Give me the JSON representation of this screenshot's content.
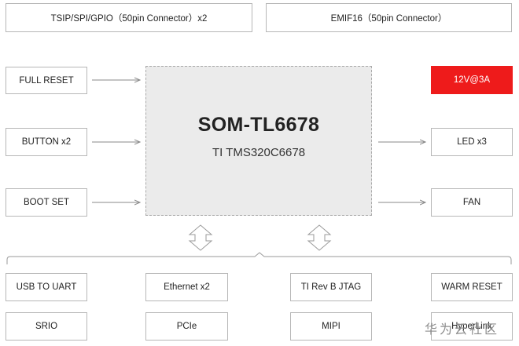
{
  "top": {
    "left_connector": "TSIP/SPI/GPIO（50pin Connector）x2",
    "right_connector": "EMIF16（50pin Connector）"
  },
  "module": {
    "name": "SOM-TL6678",
    "chip": "TI TMS320C6678"
  },
  "left_inputs": [
    "FULL RESET",
    "BUTTON x2",
    "BOOT SET"
  ],
  "right_outputs": [
    "12V@3A",
    "LED x3",
    "FAN"
  ],
  "bottom_row1": [
    "USB TO UART",
    "Ethernet x2",
    "TI Rev B JTAG",
    "WARM RESET"
  ],
  "bottom_row2": [
    "SRIO",
    "PCIe",
    "MIPI",
    "HyperLink"
  ],
  "watermark": "华为云社区",
  "colors": {
    "power_box": "#ee1b1b",
    "soc_fill": "#ebebeb",
    "border": "#b7b7b7"
  }
}
